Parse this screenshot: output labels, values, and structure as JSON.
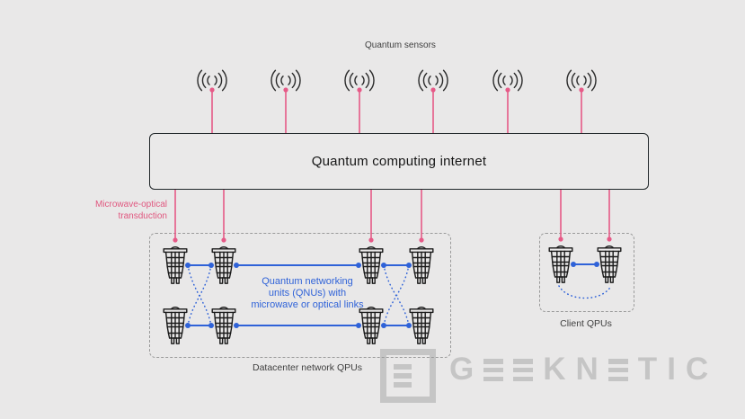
{
  "labels": {
    "sensors": "Quantum sensors",
    "internet_box": "Quantum computing internet",
    "transduction": "Microwave-optical\ntransduction",
    "qnu_note": "Quantum networking\nunits (QNUs) with\nmicrowave or optical links",
    "datacenter": "Datacenter network QPUs",
    "client": "Client QPUs"
  },
  "icons": {
    "sensor": "radio-signal-icon",
    "qpu": "cryostat-qpu-icon"
  },
  "structure": {
    "sensor_count": 6,
    "datacenter_qpu_count": 8,
    "client_qpu_count": 2
  },
  "colors": {
    "background": "#e9e8e8",
    "pink_link": "#e65a87",
    "blue_link": "#2f62d8",
    "icon_stroke": "#1a1a1a",
    "internet_box_border": "#21272a",
    "dashed_border": "#9a9a9a",
    "text_dark": "#3f3f3f",
    "watermark_gray": "#cbcbcb"
  },
  "watermark": {
    "text": "GEEKNETIC",
    "letters": [
      "G",
      "E",
      "E",
      "K",
      "N",
      "E",
      "T",
      "I",
      "C"
    ]
  }
}
